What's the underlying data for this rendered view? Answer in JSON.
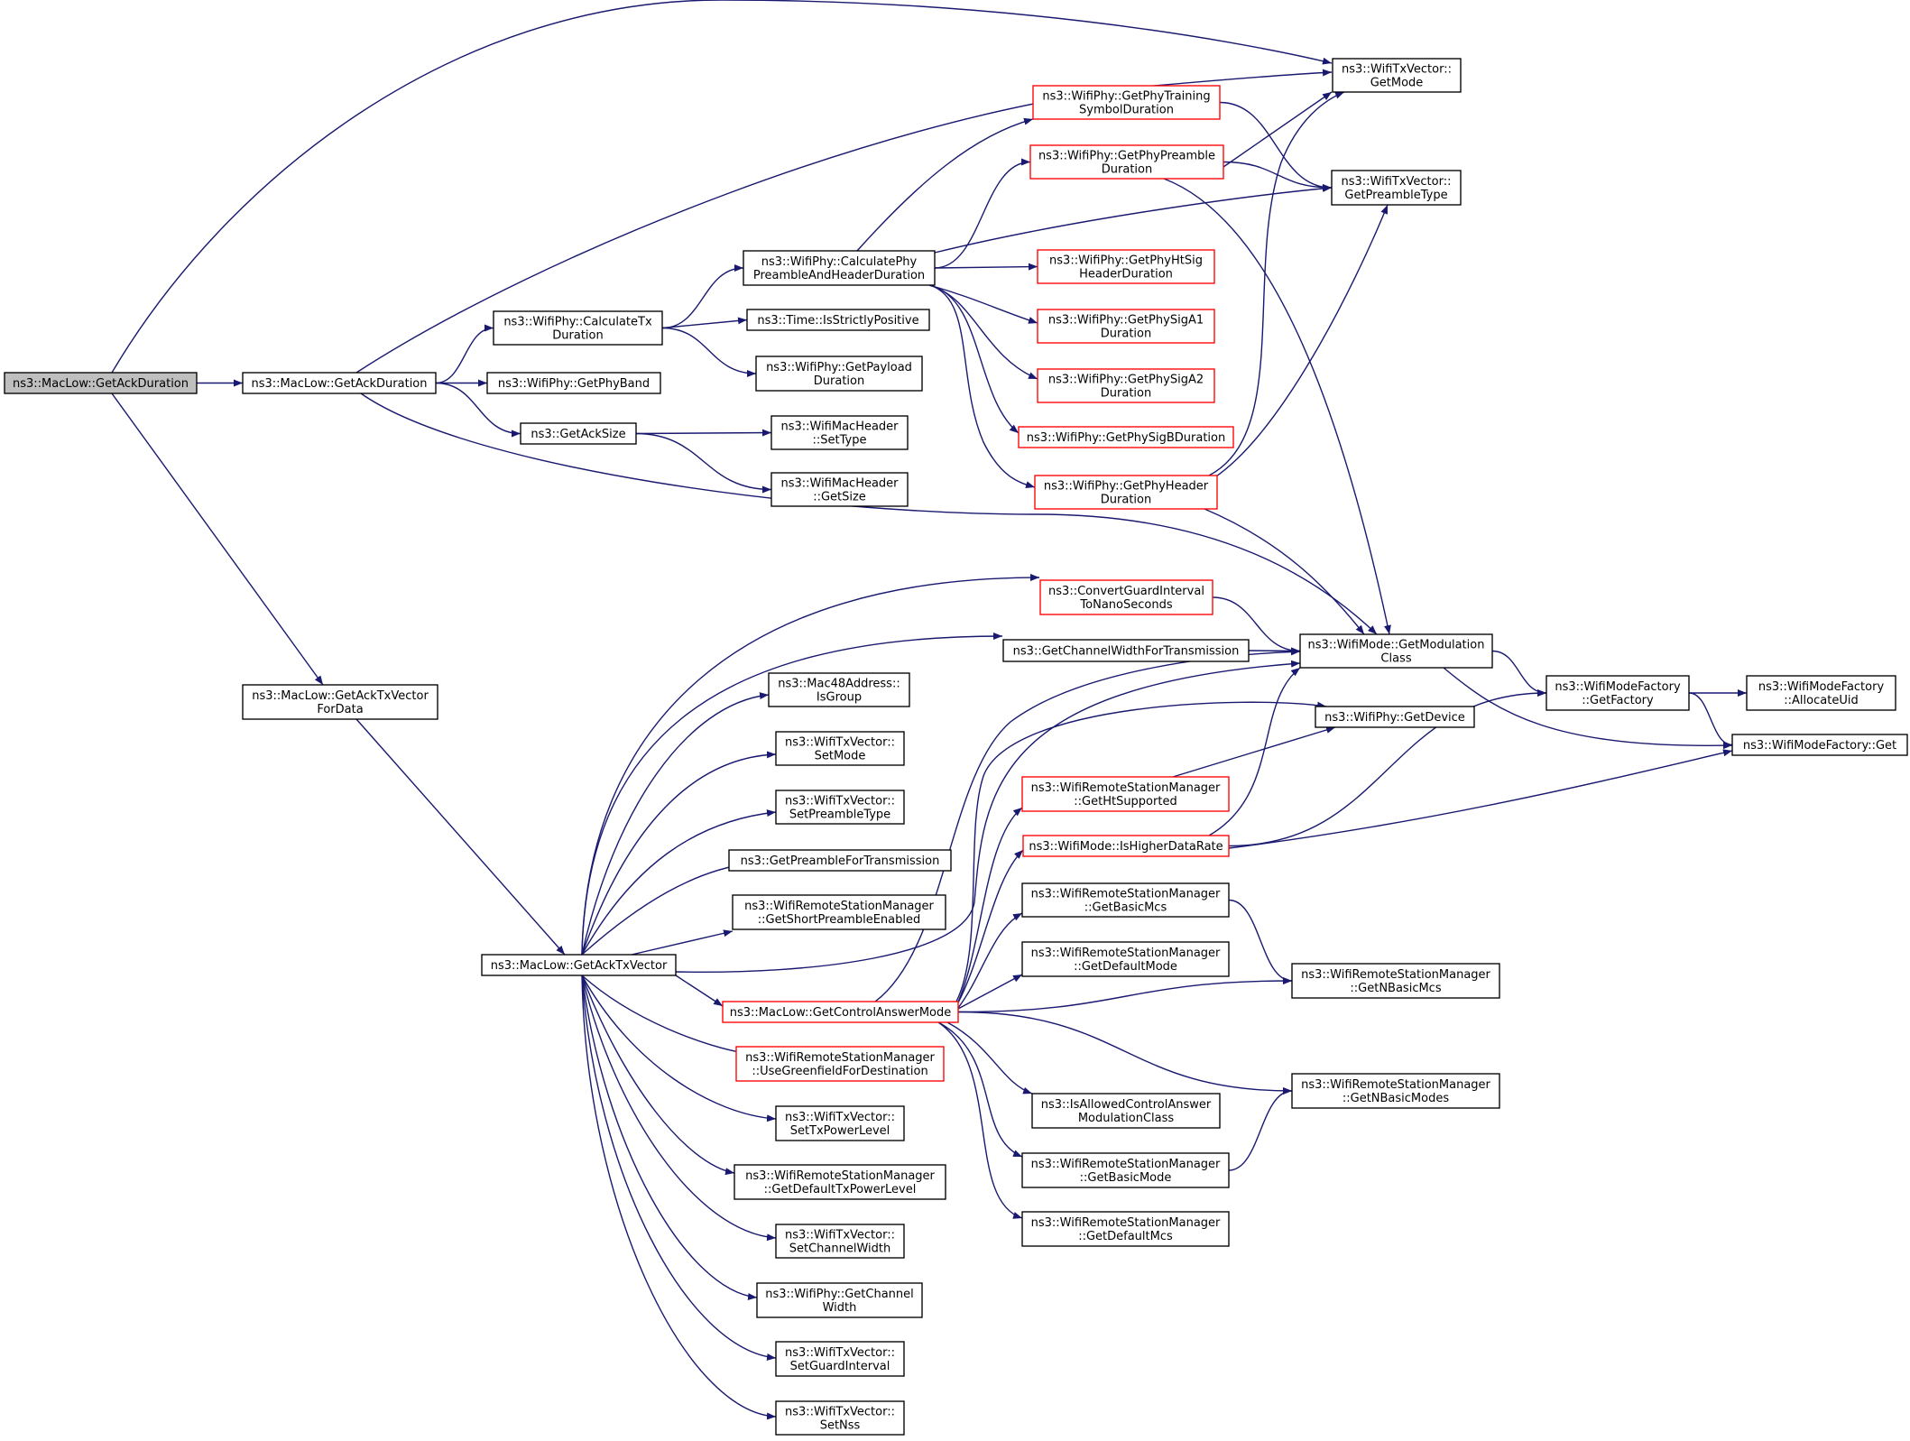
{
  "colors": {
    "edge": "#191970",
    "node_border": "#000000",
    "node_border_truncated": "#ff0000",
    "root_fill": "#bfbfbf",
    "node_fill": "#ffffff",
    "text": "#000000"
  },
  "nodes": [
    {
      "id": "root",
      "lines": [
        "ns3::MacLow::GetAckDuration"
      ],
      "style": "root"
    },
    {
      "id": "getackdur2",
      "lines": [
        "ns3::MacLow::GetAckDuration"
      ],
      "style": "normal"
    },
    {
      "id": "getacktxvecfordata",
      "lines": [
        "ns3::MacLow::GetAckTxVector",
        "ForData"
      ],
      "style": "normal"
    },
    {
      "id": "getacktxvector",
      "lines": [
        "ns3::MacLow::GetAckTxVector"
      ],
      "style": "normal"
    },
    {
      "id": "calctxdur",
      "lines": [
        "ns3::WifiPhy::CalculateTx",
        "Duration"
      ],
      "style": "normal"
    },
    {
      "id": "getphyband",
      "lines": [
        "ns3::WifiPhy::GetPhyBand"
      ],
      "style": "normal"
    },
    {
      "id": "getacksize",
      "lines": [
        "ns3::GetAckSize"
      ],
      "style": "normal"
    },
    {
      "id": "calcpreamble",
      "lines": [
        "ns3::WifiPhy::CalculatePhy",
        "PreambleAndHeaderDuration"
      ],
      "style": "normal"
    },
    {
      "id": "isstrictlypos",
      "lines": [
        "ns3::Time::IsStrictlyPositive"
      ],
      "style": "normal"
    },
    {
      "id": "getpayloaddur",
      "lines": [
        "ns3::WifiPhy::GetPayload",
        "Duration"
      ],
      "style": "normal"
    },
    {
      "id": "settype",
      "lines": [
        "ns3::WifiMacHeader",
        "::SetType"
      ],
      "style": "normal"
    },
    {
      "id": "getsize",
      "lines": [
        "ns3::WifiMacHeader",
        "::GetSize"
      ],
      "style": "normal"
    },
    {
      "id": "trainingsym",
      "lines": [
        "ns3::WifiPhy::GetPhyTraining",
        "SymbolDuration"
      ],
      "style": "truncated"
    },
    {
      "id": "preambledur",
      "lines": [
        "ns3::WifiPhy::GetPhyPreamble",
        "Duration"
      ],
      "style": "truncated"
    },
    {
      "id": "htsig",
      "lines": [
        "ns3::WifiPhy::GetPhyHtSig",
        "HeaderDuration"
      ],
      "style": "truncated"
    },
    {
      "id": "siga1",
      "lines": [
        "ns3::WifiPhy::GetPhySigA1",
        "Duration"
      ],
      "style": "truncated"
    },
    {
      "id": "siga2",
      "lines": [
        "ns3::WifiPhy::GetPhySigA2",
        "Duration"
      ],
      "style": "truncated"
    },
    {
      "id": "sigb",
      "lines": [
        "ns3::WifiPhy::GetPhySigBDuration"
      ],
      "style": "truncated"
    },
    {
      "id": "headerdur",
      "lines": [
        "ns3::WifiPhy::GetPhyHeader",
        "Duration"
      ],
      "style": "truncated"
    },
    {
      "id": "getmode",
      "lines": [
        "ns3::WifiTxVector::",
        "GetMode"
      ],
      "style": "normal"
    },
    {
      "id": "getpreambletype",
      "lines": [
        "ns3::WifiTxVector::",
        "GetPreambleType"
      ],
      "style": "normal"
    },
    {
      "id": "convertgi",
      "lines": [
        "ns3::ConvertGuardInterval",
        "ToNanoSeconds"
      ],
      "style": "truncated"
    },
    {
      "id": "getchwidthtx",
      "lines": [
        "ns3::GetChannelWidthForTransmission"
      ],
      "style": "normal"
    },
    {
      "id": "getmodclass",
      "lines": [
        "ns3::WifiMode::GetModulation",
        "Class"
      ],
      "style": "normal"
    },
    {
      "id": "getfactory",
      "lines": [
        "ns3::WifiModeFactory",
        "::GetFactory"
      ],
      "style": "normal"
    },
    {
      "id": "allocateuid",
      "lines": [
        "ns3::WifiModeFactory",
        "::AllocateUid"
      ],
      "style": "normal"
    },
    {
      "id": "factoryget",
      "lines": [
        "ns3::WifiModeFactory::Get"
      ],
      "style": "normal"
    },
    {
      "id": "getdevice",
      "lines": [
        "ns3::WifiPhy::GetDevice"
      ],
      "style": "normal"
    },
    {
      "id": "isgroup",
      "lines": [
        "ns3::Mac48Address::",
        "IsGroup"
      ],
      "style": "normal"
    },
    {
      "id": "setmode",
      "lines": [
        "ns3::WifiTxVector::",
        "SetMode"
      ],
      "style": "normal"
    },
    {
      "id": "setpreambletype",
      "lines": [
        "ns3::WifiTxVector::",
        "SetPreambleType"
      ],
      "style": "normal"
    },
    {
      "id": "getpreamblefortx",
      "lines": [
        "ns3::GetPreambleForTransmission"
      ],
      "style": "normal"
    },
    {
      "id": "getshortpreamble",
      "lines": [
        "ns3::WifiRemoteStationManager",
        "::GetShortPreambleEnabled"
      ],
      "style": "normal"
    },
    {
      "id": "getcontrolanswer",
      "lines": [
        "ns3::MacLow::GetControlAnswerMode"
      ],
      "style": "truncated"
    },
    {
      "id": "usegreenfield",
      "lines": [
        "ns3::WifiRemoteStationManager",
        "::UseGreenfieldForDestination"
      ],
      "style": "truncated"
    },
    {
      "id": "settxpower",
      "lines": [
        "ns3::WifiTxVector::",
        "SetTxPowerLevel"
      ],
      "style": "normal"
    },
    {
      "id": "getdefaulttxpower",
      "lines": [
        "ns3::WifiRemoteStationManager",
        "::GetDefaultTxPowerLevel"
      ],
      "style": "normal"
    },
    {
      "id": "setchwidth",
      "lines": [
        "ns3::WifiTxVector::",
        "SetChannelWidth"
      ],
      "style": "normal"
    },
    {
      "id": "getchwidth",
      "lines": [
        "ns3::WifiPhy::GetChannel",
        "Width"
      ],
      "style": "normal"
    },
    {
      "id": "setgi",
      "lines": [
        "ns3::WifiTxVector::",
        "SetGuardInterval"
      ],
      "style": "normal"
    },
    {
      "id": "setnss",
      "lines": [
        "ns3::WifiTxVector::",
        "SetNss"
      ],
      "style": "normal"
    },
    {
      "id": "gethtsupported",
      "lines": [
        "ns3::WifiRemoteStationManager",
        "::GetHtSupported"
      ],
      "style": "truncated"
    },
    {
      "id": "ishigherrate",
      "lines": [
        "ns3::WifiMode::IsHigherDataRate"
      ],
      "style": "truncated"
    },
    {
      "id": "getbasicmcs",
      "lines": [
        "ns3::WifiRemoteStationManager",
        "::GetBasicMcs"
      ],
      "style": "normal"
    },
    {
      "id": "getdefaultmode",
      "lines": [
        "ns3::WifiRemoteStationManager",
        "::GetDefaultMode"
      ],
      "style": "normal"
    },
    {
      "id": "getnbasicmcs",
      "lines": [
        "ns3::WifiRemoteStationManager",
        "::GetNBasicMcs"
      ],
      "style": "normal"
    },
    {
      "id": "isallowedcontrol",
      "lines": [
        "ns3::IsAllowedControlAnswer",
        "ModulationClass"
      ],
      "style": "normal"
    },
    {
      "id": "getnbasicmodes",
      "lines": [
        "ns3::WifiRemoteStationManager",
        "::GetNBasicModes"
      ],
      "style": "normal"
    },
    {
      "id": "getbasicmode",
      "lines": [
        "ns3::WifiRemoteStationManager",
        "::GetBasicMode"
      ],
      "style": "normal"
    },
    {
      "id": "getdefaultmcs",
      "lines": [
        "ns3::WifiRemoteStationManager",
        "::GetDefaultMcs"
      ],
      "style": "normal"
    }
  ],
  "edges": [
    [
      "root",
      "getackdur2"
    ],
    [
      "root",
      "getmode"
    ],
    [
      "root",
      "getacktxvecfordata"
    ],
    [
      "getackdur2",
      "calctxdur"
    ],
    [
      "getackdur2",
      "getphyband"
    ],
    [
      "getackdur2",
      "getacksize"
    ],
    [
      "getackdur2",
      "getmode"
    ],
    [
      "getackdur2",
      "getmodclass"
    ],
    [
      "calctxdur",
      "calcpreamble"
    ],
    [
      "calctxdur",
      "isstrictlypos"
    ],
    [
      "calctxdur",
      "getpayloaddur"
    ],
    [
      "getacksize",
      "settype"
    ],
    [
      "getacksize",
      "getsize"
    ],
    [
      "calcpreamble",
      "trainingsym"
    ],
    [
      "calcpreamble",
      "preambledur"
    ],
    [
      "calcpreamble",
      "getpreambletype"
    ],
    [
      "calcpreamble",
      "htsig"
    ],
    [
      "calcpreamble",
      "siga1"
    ],
    [
      "calcpreamble",
      "siga2"
    ],
    [
      "calcpreamble",
      "sigb"
    ],
    [
      "calcpreamble",
      "headerdur"
    ],
    [
      "trainingsym",
      "getpreambletype"
    ],
    [
      "preambledur",
      "getmode"
    ],
    [
      "preambledur",
      "getpreambletype"
    ],
    [
      "preambledur",
      "getmodclass"
    ],
    [
      "headerdur",
      "getmode"
    ],
    [
      "headerdur",
      "getpreambletype"
    ],
    [
      "headerdur",
      "getmodclass"
    ],
    [
      "getacktxvecfordata",
      "getacktxvector"
    ],
    [
      "getacktxvector",
      "convertgi"
    ],
    [
      "getacktxvector",
      "getchwidthtx"
    ],
    [
      "getacktxvector",
      "isgroup"
    ],
    [
      "getacktxvector",
      "setmode"
    ],
    [
      "getacktxvector",
      "setpreambletype"
    ],
    [
      "getacktxvector",
      "getpreamblefortx"
    ],
    [
      "getacktxvector",
      "getshortpreamble"
    ],
    [
      "getacktxvector",
      "getmodclass"
    ],
    [
      "getacktxvector",
      "getcontrolanswer"
    ],
    [
      "getacktxvector",
      "usegreenfield"
    ],
    [
      "getacktxvector",
      "settxpower"
    ],
    [
      "getacktxvector",
      "getdefaulttxpower"
    ],
    [
      "getacktxvector",
      "setchwidth"
    ],
    [
      "getacktxvector",
      "getchwidth"
    ],
    [
      "getacktxvector",
      "setgi"
    ],
    [
      "getacktxvector",
      "setnss"
    ],
    [
      "convertgi",
      "getmodclass"
    ],
    [
      "getchwidthtx",
      "getmodclass"
    ],
    [
      "getmodclass",
      "getfactory"
    ],
    [
      "getmodclass",
      "factoryget"
    ],
    [
      "getfactory",
      "allocateuid"
    ],
    [
      "getfactory",
      "factoryget"
    ],
    [
      "getcontrolanswer",
      "getmodclass"
    ],
    [
      "getcontrolanswer",
      "getdevice"
    ],
    [
      "getcontrolanswer",
      "gethtsupported"
    ],
    [
      "getcontrolanswer",
      "ishigherrate"
    ],
    [
      "getcontrolanswer",
      "getbasicmcs"
    ],
    [
      "getcontrolanswer",
      "getdefaultmode"
    ],
    [
      "getcontrolanswer",
      "getnbasicmcs"
    ],
    [
      "getcontrolanswer",
      "getnbasicmodes"
    ],
    [
      "getcontrolanswer",
      "isallowedcontrol"
    ],
    [
      "getcontrolanswer",
      "getbasicmode"
    ],
    [
      "getcontrolanswer",
      "getdefaultmcs"
    ],
    [
      "gethtsupported",
      "getdevice"
    ],
    [
      "ishigherrate",
      "getmodclass"
    ],
    [
      "ishigherrate",
      "getfactory"
    ],
    [
      "ishigherrate",
      "factoryget"
    ],
    [
      "getbasicmcs",
      "getnbasicmcs"
    ],
    [
      "getbasicmode",
      "getnbasicmodes"
    ]
  ]
}
